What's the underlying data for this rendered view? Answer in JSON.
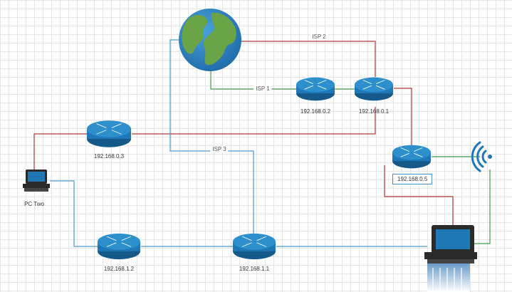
{
  "colors": {
    "isp2_link": "#b03a3a",
    "isp1_link": "#3f9a4c",
    "isp3_link": "#4a9ccc",
    "router_body": "#1f78b5",
    "router_top": "#2d8fcc",
    "router_bottom": "#15598a"
  },
  "icons": {
    "globe": "globe-icon",
    "router": "router-icon",
    "pc": "desktop-pc-icon",
    "wireless": "wireless-signal-icon"
  },
  "links": {
    "isp1": "ISP 1",
    "isp2": "ISP 2",
    "isp3": "ISP 3"
  },
  "routers": {
    "r_0_2": "192.168.0.2",
    "r_0_1": "192.168.0.1",
    "r_0_3": "192.168.0.3",
    "r_0_5": "192.168.0.5",
    "r_1_2": "192.168.1.2",
    "r_1_1": "192.168.1.1"
  },
  "devices": {
    "pc_two": "PC Two"
  }
}
